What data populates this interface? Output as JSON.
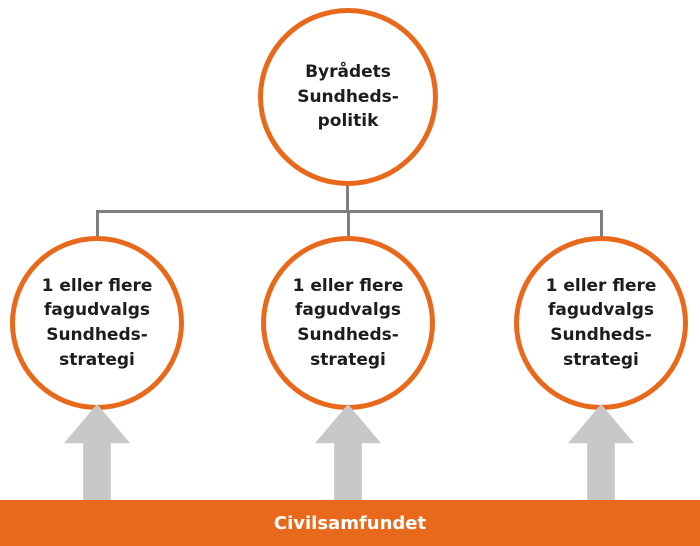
{
  "diagram": {
    "title": "Health policy hierarchy diagram",
    "colors": {
      "accent_orange": "#E8691B",
      "connector_gray": "#7F7F7F",
      "arrow_gray": "#C8C8C8",
      "text_dark": "#1D1D1B",
      "bar_text_white": "#FFFFFF"
    },
    "top_node": {
      "label": "Byrådets\nSundheds-\npolitik"
    },
    "child_nodes": [
      {
        "label": "1 eller flere\nfagudvalgs\nSundheds-\nstrategi"
      },
      {
        "label": "1 eller flere\nfagudvalgs\nSundheds-\nstrategi"
      },
      {
        "label": "1 eller flere\nfagudvalgs\nSundheds-\nstrategi"
      }
    ],
    "bottom_bar": {
      "label": "Civilsamfundet"
    }
  }
}
